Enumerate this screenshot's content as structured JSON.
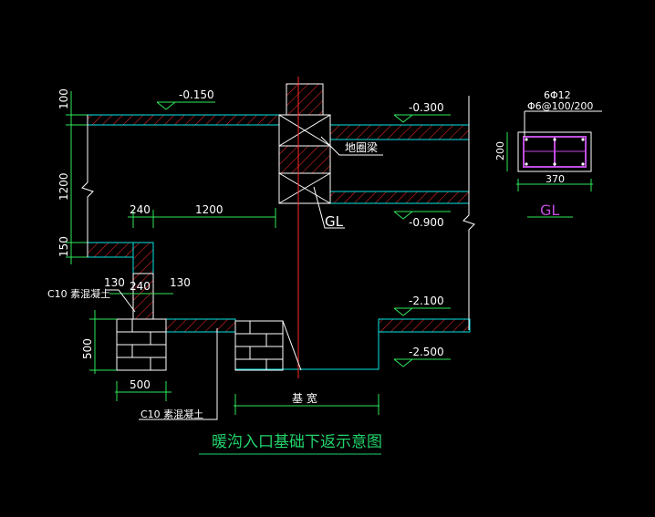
{
  "drawing": {
    "title": "暖沟入口基础下返示意图",
    "elevations": {
      "e1": "-0.150",
      "e2": "-0.300",
      "e3": "-0.900",
      "e4": "-2.100",
      "e5": "-2.500"
    },
    "dimensions": {
      "d100": "100",
      "d1200v": "1200",
      "d150": "150",
      "d240a": "240",
      "d1200h": "1200",
      "d130a": "130",
      "d240b": "240",
      "d130b": "130",
      "d500v": "500",
      "d500h": "500"
    },
    "labels": {
      "ground_beam": "地圈梁",
      "gl": "GL",
      "c10_top": "C10 素混凝土",
      "c10_bottom": "C10 素混凝土",
      "base_width": "基 宽"
    },
    "section": {
      "rebar_top": "6Φ12",
      "stirrup": "Φ6@100/200",
      "height": "200",
      "width": "370",
      "name": "GL"
    },
    "colors": {
      "background": "#000000",
      "concrete_outline": "#00e5e5",
      "hatch": "#ff2a2a",
      "dimension": "#2ee85a",
      "text": "#ffffff",
      "column": "#ffffff",
      "gl_section": "#c04ce0"
    }
  }
}
